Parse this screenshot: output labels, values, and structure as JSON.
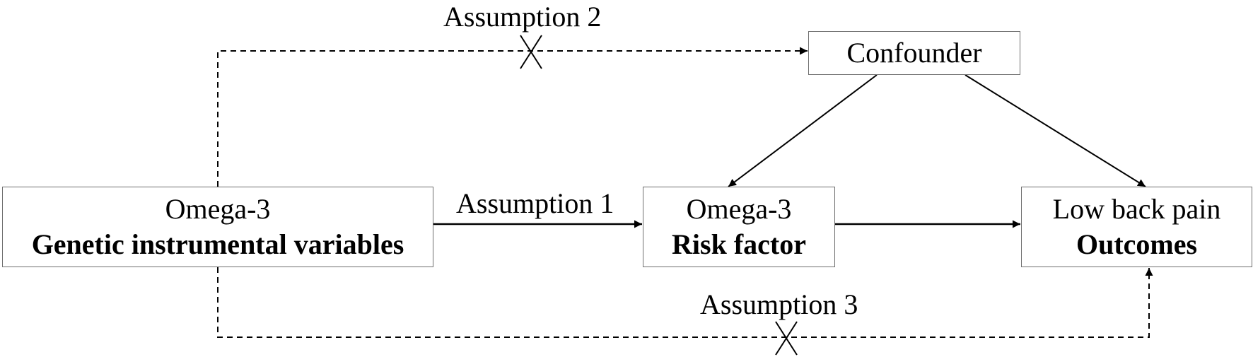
{
  "diagram": {
    "nodes": {
      "instrument": {
        "line1": "Omega-3",
        "line2": "Genetic instrumental variables"
      },
      "risk": {
        "line1": "Omega-3",
        "line2": "Risk factor"
      },
      "outcome": {
        "line1": "Low back pain",
        "line2": "Outcomes"
      },
      "confounder": {
        "line1": "Confounder"
      }
    },
    "edges": [
      {
        "from": "instrument",
        "to": "risk",
        "style": "solid",
        "label": "Assumption 1"
      },
      {
        "from": "instrument",
        "to": "confounder",
        "style": "dashed",
        "label": "Assumption 2",
        "blocked": true
      },
      {
        "from": "instrument",
        "to": "outcome",
        "style": "dashed",
        "label": "Assumption 3",
        "blocked": true
      },
      {
        "from": "risk",
        "to": "outcome",
        "style": "solid",
        "label": ""
      },
      {
        "from": "confounder",
        "to": "risk",
        "style": "solid",
        "label": ""
      },
      {
        "from": "confounder",
        "to": "outcome",
        "style": "solid",
        "label": ""
      }
    ]
  },
  "colors": {
    "line": "#000000",
    "box_border": "#6e6e6e",
    "background": "#ffffff"
  }
}
